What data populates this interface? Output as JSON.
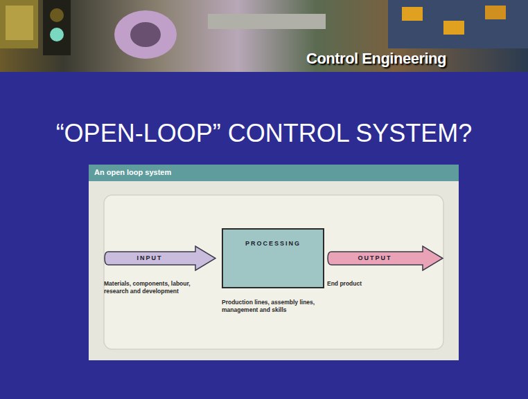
{
  "diagram": {
    "title": "“OPEN-LOOP” CONTROL SYSTEM?",
    "nodes": [
      {
        "text": [
          "An open loop system"
        ]
      },
      {
        "text": [
          "INPUT",
          "Materials, components, labour, research and development"
        ],
        "in": 0
      },
      {
        "text": [
          "PROCESSING",
          "Production lines, assembly lines, management and skills"
        ],
        "in": 0
      },
      {
        "text": [
          "OUTPUT",
          "End product"
        ],
        "in": 0
      }
    ],
    "labels": [
      "Control Engineering"
    ]
  }
}
